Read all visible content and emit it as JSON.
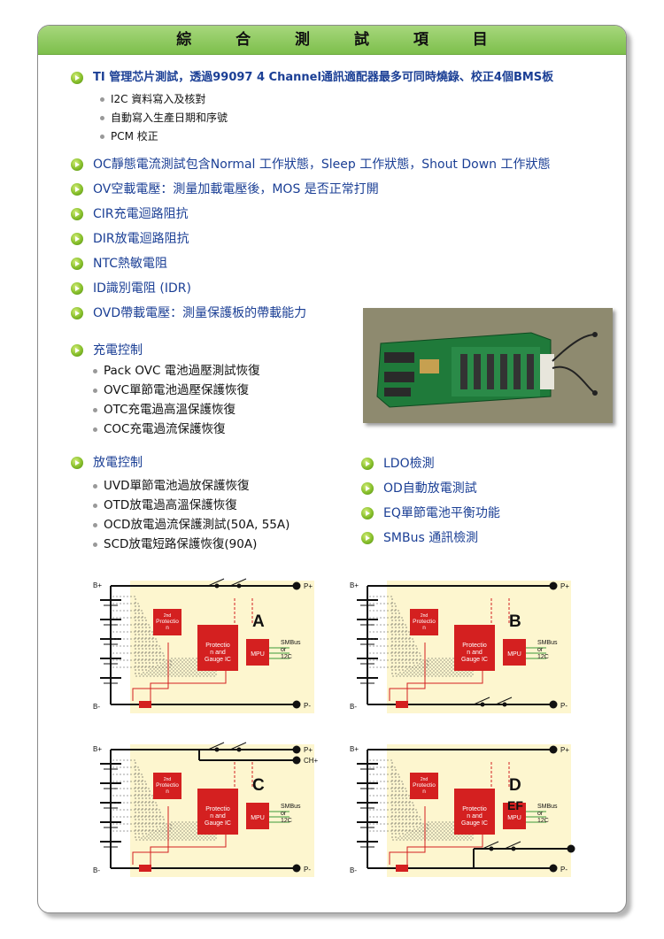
{
  "title": "綜 合 測 試 項 目",
  "bullets": [
    {
      "text": "TI 管理芯片測試，透過99097 4 Channel通訊適配器最多可同時燒錄、校正4個BMS板"
    },
    {
      "text": "OC靜態電流測試包含Normal 工作狀態，Sleep 工作狀態，Shout Down 工作狀態"
    },
    {
      "text": "OV空載電壓：測量加載電壓後，MOS 是否正常打開"
    },
    {
      "text": "CIR充電迴路阻抗"
    },
    {
      "text": "DIR放電迴路阻抗"
    },
    {
      "text": "NTC熱敏電阻"
    },
    {
      "text": "ID識別電阻 (IDR)"
    },
    {
      "text": "OVD帶載電壓：測量保護板的帶載能力"
    },
    {
      "text": "充電控制"
    },
    {
      "text": "放電控制"
    }
  ],
  "ti_sub": [
    "I2C 資料寫入及核對",
    "自動寫入生產日期和序號",
    "PCM 校正"
  ],
  "charge_sub": [
    "Pack OVC 電池過壓測試恢復",
    "OVC單節電池過壓保護恢復",
    "OTC充電過高溫保護恢復",
    "COC充電過流保護恢復"
  ],
  "discharge_sub": [
    "UVD單節電池過放保護恢復",
    "OTD放電過高溫保護恢復",
    "OCD放電過流保護測試(50A, 55A)",
    "SCD放電短路保護恢復(90A)"
  ],
  "right_bullets": [
    "LDO檢測",
    "OD自動放電測試",
    "EQ單節電池平衡功能",
    "SMBus 通訊檢測"
  ],
  "photo": {
    "name": "bms-board-photo"
  },
  "diagrams": [
    {
      "letter": "A",
      "extra": "",
      "bplus": "B+",
      "bminus": "B-",
      "pplus": "P+",
      "pminus": "P-",
      "ch": "",
      "prot2": [
        "2nd",
        "Protectio",
        "n"
      ],
      "ic": [
        "Protectio",
        "n and",
        "Gauge IC"
      ],
      "mpu": "MPU",
      "smbus": [
        "SMBus",
        "or",
        "12C"
      ]
    },
    {
      "letter": "B",
      "extra": "",
      "bplus": "B+",
      "bminus": "B-",
      "pplus": "P+",
      "pminus": "P-",
      "ch": "",
      "prot2": [
        "2nd",
        "Protectio",
        "n"
      ],
      "ic": [
        "Protectio",
        "n and",
        "Gauge IC"
      ],
      "mpu": "MPU",
      "smbus": [
        "SMBus",
        "or",
        "12C"
      ]
    },
    {
      "letter": "C",
      "extra": "",
      "bplus": "B+",
      "bminus": "B-",
      "pplus": "P+",
      "pminus": "P-",
      "ch": "CH+",
      "prot2": [
        "2nd",
        "Protectio",
        "n"
      ],
      "ic": [
        "Protectio",
        "n and",
        "Gauge IC"
      ],
      "mpu": "MPU",
      "smbus": [
        "SMBus",
        "or",
        "12C"
      ]
    },
    {
      "letter": "D",
      "extra": "EF",
      "bplus": "B+",
      "bminus": "B-",
      "pplus": "P+",
      "pminus": "P-",
      "ch": "",
      "prot2": [
        "2nd",
        "Protectio",
        "n"
      ],
      "ic": [
        "Protectio",
        "n and",
        "Gauge IC"
      ],
      "mpu": "MPU",
      "smbus": [
        "SMBus",
        "or",
        "12C"
      ]
    }
  ],
  "colors": {
    "header": "#8cc860",
    "bullet_text": "#1b3f95",
    "ic_red": "#d42020",
    "diagram_bg": "#fdf6cf"
  }
}
